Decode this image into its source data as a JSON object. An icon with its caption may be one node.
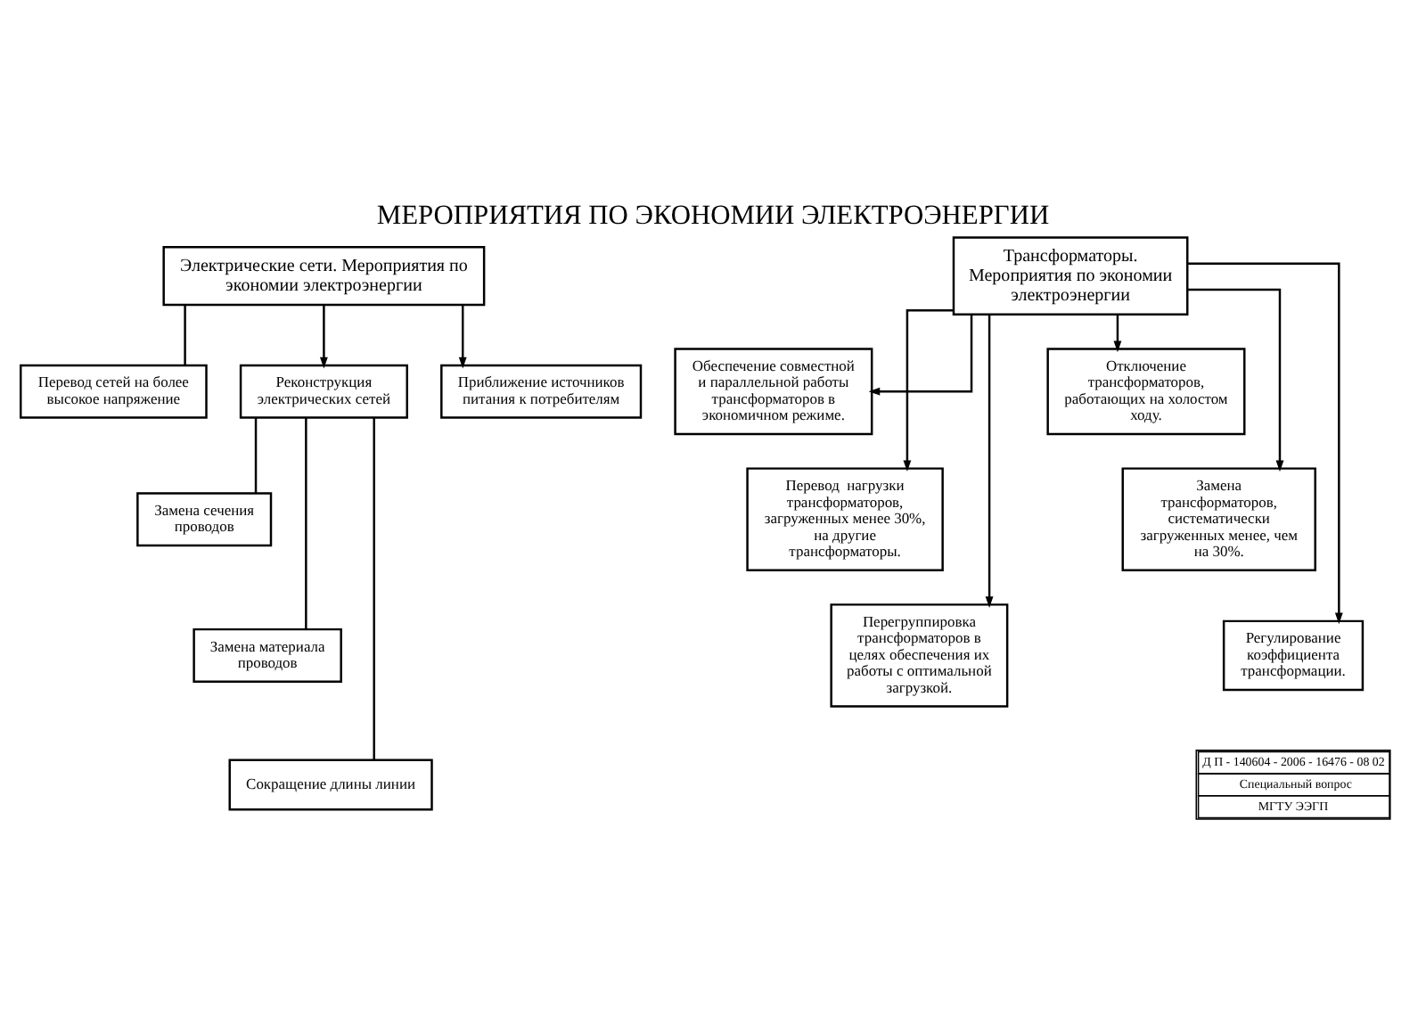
{
  "diagram": {
    "title": "МЕРОПРИЯТИЯ ПО ЭКОНОМИИ ЭЛЕКТРОЭНЕРГИИ",
    "nodes": [
      {
        "text": [
          "Электрические сети. Мероприятия по экономии электроэнергии"
        ]
      },
      {
        "text": [
          "Перевод сетей на более высокое напряжение"
        ]
      },
      {
        "text": [
          "Реконструкция электрических сетей"
        ]
      },
      {
        "text": [
          "Приближение источников питания к потребителям"
        ]
      },
      {
        "text": [
          "Замена сечения проводов"
        ]
      },
      {
        "text": [
          "Замена материала проводов"
        ]
      },
      {
        "text": [
          "Сокращение длины линии"
        ]
      },
      {
        "text": [
          "Трансформаторы. Мероприятия по экономии электроэнергии"
        ]
      },
      {
        "text": [
          "Обеспечение совместной и параллельной работы трансформаторов в экономичном режиме."
        ]
      },
      {
        "text": [
          "Перевод  нагрузки трансформаторов, загруженных менее 30%, на другие трансформаторы."
        ]
      },
      {
        "text": [
          "Перегруппировка трансформаторов в целях обеспечения их работы с оптимальной загрузкой."
        ]
      },
      {
        "text": [
          "Отключение трансформаторов, работающих на холостом  ходу."
        ]
      },
      {
        "text": [
          "Замена трансформаторов, систематически загруженных менее, чем на 30%."
        ]
      },
      {
        "text": [
          "Регулирование коэффициента трансформации."
        ]
      }
    ],
    "edges": [
      {
        "from": 0,
        "to": 1,
        "arrow": "none"
      },
      {
        "from": 0,
        "to": 2,
        "arrow": "to"
      },
      {
        "from": 0,
        "to": 3,
        "arrow": "to"
      },
      {
        "from": 2,
        "to": 4,
        "arrow": "none"
      },
      {
        "from": 2,
        "to": 5,
        "arrow": "none"
      },
      {
        "from": 2,
        "to": 6,
        "arrow": "none"
      },
      {
        "from": 7,
        "to": 8,
        "arrow": "to"
      },
      {
        "from": 7,
        "to": 9,
        "arrow": "to"
      },
      {
        "from": 7,
        "to": 10,
        "arrow": "to"
      },
      {
        "from": 7,
        "to": 11,
        "arrow": "to"
      },
      {
        "from": 7,
        "to": 12,
        "arrow": "to"
      },
      {
        "from": 7,
        "to": 13,
        "arrow": "to"
      }
    ],
    "labels": [
      "Д П - 140604 - 2006 - 16476 - 08 02",
      "Специальный вопрос",
      "МГТУ ЭЭГП"
    ]
  }
}
